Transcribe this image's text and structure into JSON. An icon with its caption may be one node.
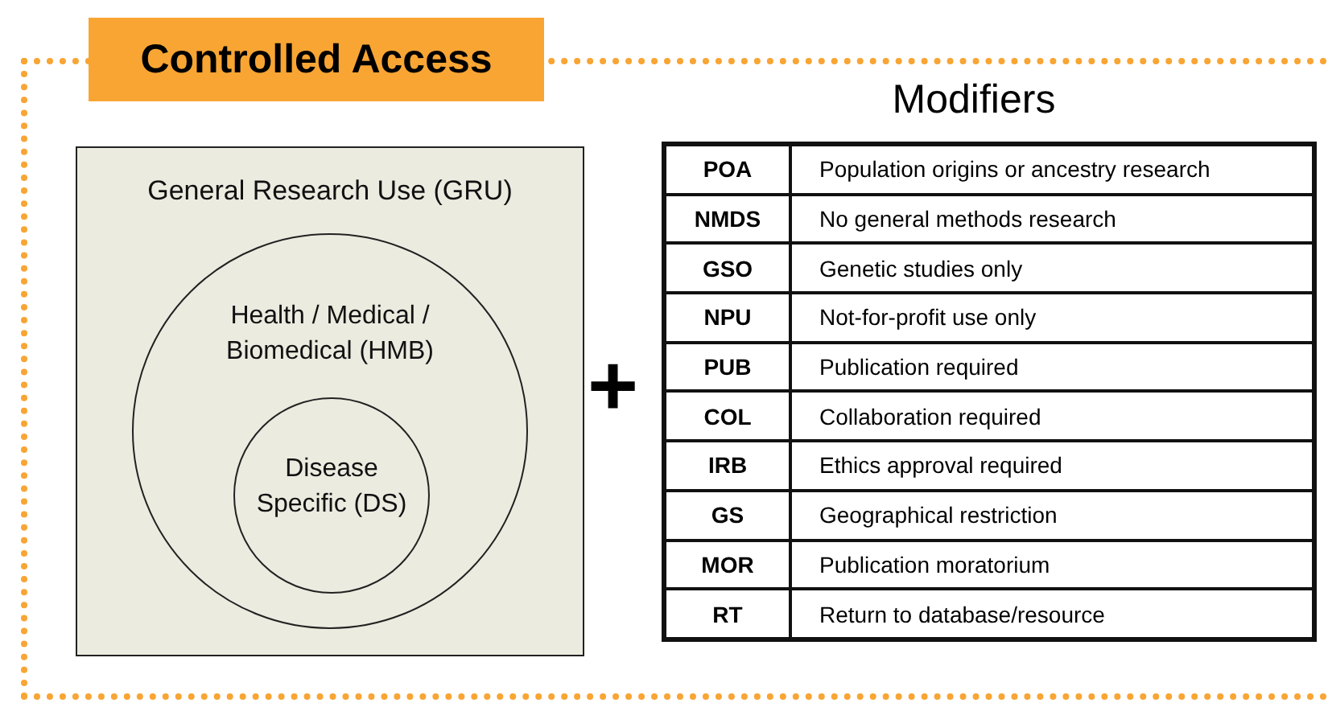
{
  "diagram": {
    "nodes": [
      {
        "text": [
          "Controlled Access"
        ]
      },
      {
        "text": [
          "General Research Use (GRU)"
        ],
        "in": 0
      },
      {
        "text": [
          "Health / Medical / Biomedical (HMB)"
        ],
        "in": 1
      },
      {
        "text": [
          "Disease Specific (DS)"
        ],
        "in": 2
      }
    ],
    "edges": [],
    "labels": [
      "+",
      "Modifiers",
      "POA",
      "Population origins or ancestry research",
      "NMDS",
      "No general methods research",
      "GSO",
      "Genetic studies only",
      "NPU",
      "Not-for-profit use only",
      "PUB",
      "Publication required",
      "COL",
      "Collaboration required",
      "IRB",
      "Ethics approval required",
      "GS",
      "Geographical restriction",
      "MOR",
      "Publication moratorium",
      "RT",
      "Return to database/resource"
    ]
  }
}
